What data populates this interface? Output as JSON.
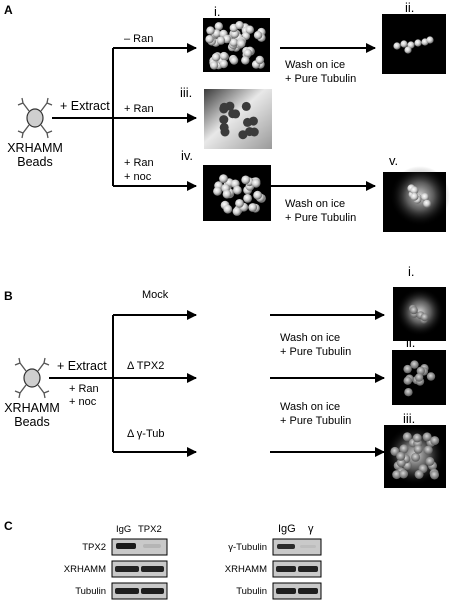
{
  "panel_a": {
    "label": "A",
    "bead_label_line1": "XRHAMM",
    "bead_label_line2": "Beads",
    "extract_label": "+ Extract",
    "branch_minus_ran": "– Ran",
    "branch_plus_ran": "+ Ran",
    "branch_ran_line1": "+ Ran",
    "branch_ran_line2": "+ noc",
    "wash_line1": "Wash on ice",
    "wash_line2": "+ Pure Tubulin",
    "images": [
      "i.",
      "ii.",
      "iii.",
      "iv.",
      "v."
    ]
  },
  "panel_b": {
    "label": "B",
    "bead_label_line1": "XRHAMM",
    "bead_label_line2": "Beads",
    "extract_label": "+ Extract",
    "ran_line1": "+ Ran",
    "ran_line2": "+ noc",
    "branch_mock": "Mock",
    "branch_tpx2": "Δ TPX2",
    "branch_gtub": "Δ γ-Tub",
    "wash_line1": "Wash on ice",
    "wash_line2": "+ Pure Tubulin",
    "images": [
      "i.",
      "ii.",
      "iii."
    ]
  },
  "panel_c": {
    "label": "C",
    "left_blot": {
      "lane_labels": [
        "IgG",
        "TPX2"
      ],
      "row_labels": [
        "TPX2",
        "XRHAMM",
        "Tubulin"
      ]
    },
    "right_blot": {
      "lane_labels": [
        "IgG",
        "γ"
      ],
      "row_labels": [
        "γ-Tubulin",
        "XRHAMM",
        "Tubulin"
      ]
    }
  }
}
